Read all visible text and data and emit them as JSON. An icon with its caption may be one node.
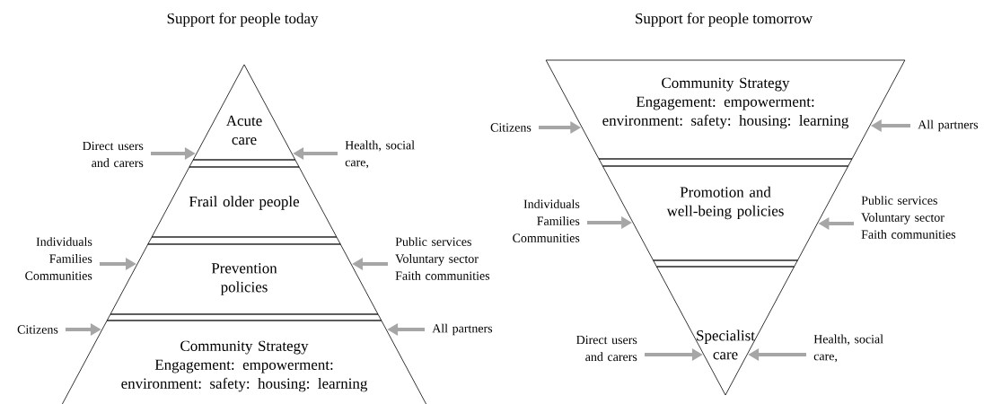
{
  "diagram": {
    "nodes": [
      {
        "text": [
          "Acute care"
        ]
      },
      {
        "text": [
          "Direct users and carers"
        ]
      },
      {
        "text": [
          "Health, social care,"
        ]
      },
      {
        "text": [
          "Frail older people"
        ]
      },
      {
        "text": [
          "Individuals",
          "Families",
          "Communities"
        ]
      },
      {
        "text": [
          "Prevention policies"
        ]
      },
      {
        "text": [
          "Public services",
          "Voluntary sector",
          "Faith communities"
        ]
      },
      {
        "text": [
          "Citizens"
        ]
      },
      {
        "text": [
          "Community Strategy",
          "Engagement: empowerment: environment: safety: housing: learning"
        ]
      },
      {
        "text": [
          "All partners"
        ]
      },
      {
        "text": [
          "Community Strategy",
          "Engagement: empowerment: environment: safety: housing: learning"
        ]
      },
      {
        "text": [
          "Citizens"
        ]
      },
      {
        "text": [
          "All partners"
        ]
      },
      {
        "text": [
          "Individuals",
          "Families",
          "Communities"
        ]
      },
      {
        "text": [
          "Promotion and well-being policies"
        ]
      },
      {
        "text": [
          "Public services",
          "Voluntary sector",
          "Faith communities"
        ]
      },
      {
        "text": [
          "Specialist care"
        ]
      },
      {
        "text": [
          "Direct users and carers"
        ]
      },
      {
        "text": [
          "Health, social care,"
        ]
      }
    ],
    "edges": [
      {
        "from": 1,
        "to": 0,
        "arrow": "to"
      },
      {
        "from": 2,
        "to": 0,
        "arrow": "to"
      },
      {
        "from": 4,
        "to": 5,
        "arrow": "to"
      },
      {
        "from": 6,
        "to": 5,
        "arrow": "to"
      },
      {
        "from": 7,
        "to": 8,
        "arrow": "to"
      },
      {
        "from": 9,
        "to": 8,
        "arrow": "to"
      },
      {
        "from": 11,
        "to": 10,
        "arrow": "to"
      },
      {
        "from": 12,
        "to": 10,
        "arrow": "to"
      },
      {
        "from": 13,
        "to": 14,
        "arrow": "to"
      },
      {
        "from": 15,
        "to": 14,
        "arrow": "to"
      },
      {
        "from": 17,
        "to": 16,
        "arrow": "to"
      },
      {
        "from": 18,
        "to": 16,
        "arrow": "to"
      }
    ],
    "labels": [
      "Support for people today",
      "Support for people tomorrow"
    ]
  }
}
